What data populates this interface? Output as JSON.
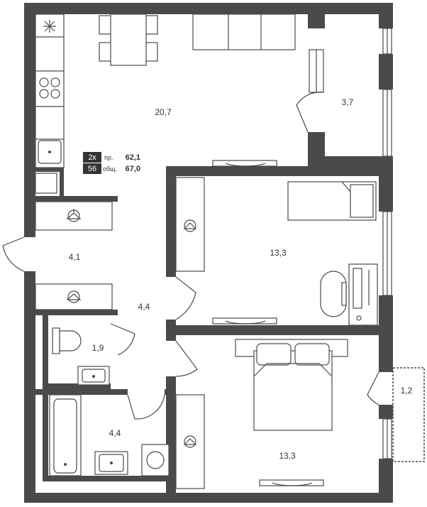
{
  "summary": {
    "rooms": "2к",
    "section": "56",
    "living_label": "пр.",
    "living_area": "62,1",
    "total_label": "общ.",
    "total_area": "67,0"
  },
  "rooms": [
    {
      "id": "kitchen-living",
      "area": "20,7"
    },
    {
      "id": "storage",
      "area": "3,7"
    },
    {
      "id": "hallway",
      "area": "4,1"
    },
    {
      "id": "corridor",
      "area": "4,4"
    },
    {
      "id": "bedroom-1",
      "area": "13,3"
    },
    {
      "id": "toilet",
      "area": "1,9"
    },
    {
      "id": "bedroom-2",
      "area": "13,3"
    },
    {
      "id": "balcony",
      "area": "1,2"
    },
    {
      "id": "bathroom",
      "area": "4,4"
    }
  ],
  "icons": [
    "fridge-icon",
    "stove-icon",
    "sink-icon",
    "hanger-icon",
    "toilet-icon",
    "bathtub-icon",
    "washer-icon",
    "sofa-icon",
    "dining-table-icon",
    "bed-icon",
    "desk-icon",
    "chair-icon",
    "radiator-icon"
  ],
  "colors": {
    "wall": "#4a4a4a",
    "badge": "#333333",
    "background": "#ffffff"
  }
}
